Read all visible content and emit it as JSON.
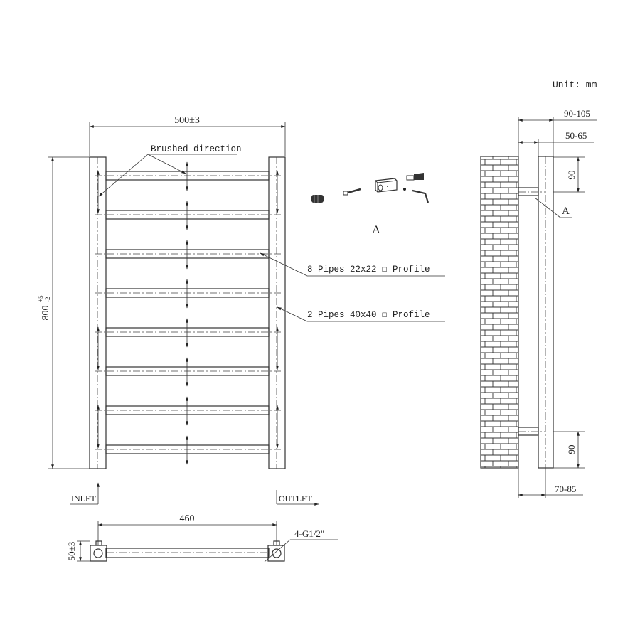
{
  "drawing": {
    "unit_label": "Unit: mm",
    "front_view": {
      "width_dim": "500±3",
      "height_dim_base": "800",
      "height_tol_upper": "+5",
      "height_tol_lower": "-2",
      "brushed_label": "Brushed direction",
      "pipes_small_label": "8 Pipes 22x22 ☐ Profile",
      "pipes_large_label": "2 Pipes 40x40 ☐ Profile",
      "inlet_label": "INLET",
      "outlet_label": "OUTLET",
      "rung_count": 8
    },
    "bottom_view": {
      "spacing_dim": "460",
      "depth_dim": "50±3",
      "thread_label": "4-G1/2\""
    },
    "accessory_kit": {
      "label": "A",
      "items": [
        "plug",
        "screw",
        "bracket-block",
        "wall-anchor",
        "set-screw",
        "allen-key"
      ]
    },
    "side_view": {
      "dim_total_offset": "90-105",
      "dim_bracket_offset": "50-65",
      "dim_top_bracket": "90",
      "dim_bottom_bracket": "90",
      "dim_bottom_offset": "70-85",
      "bracket_callout": "A"
    }
  }
}
